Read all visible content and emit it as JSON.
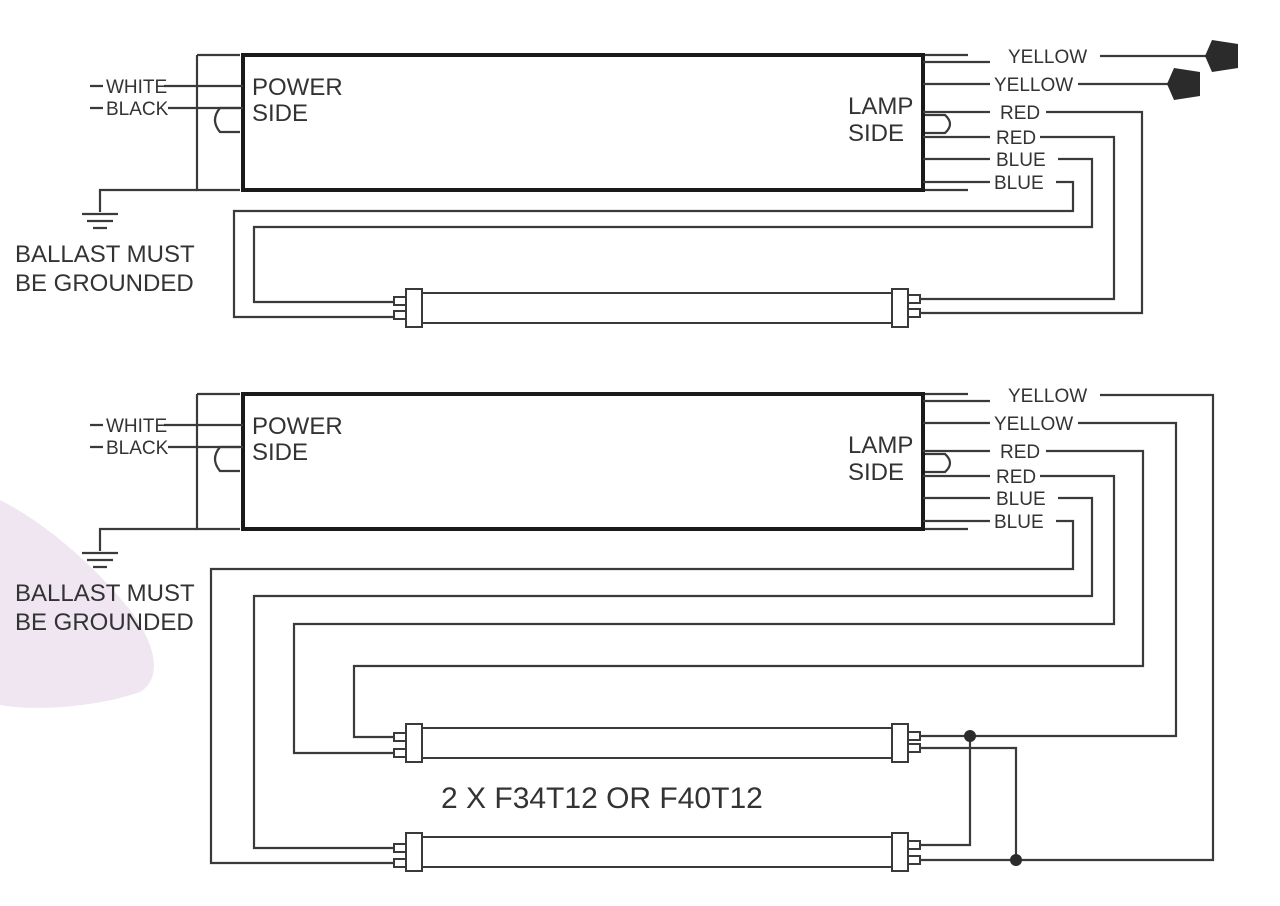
{
  "ballast_top": {
    "power_side": [
      "POWER",
      "SIDE"
    ],
    "lamp_side": [
      "LAMP",
      "SIDE"
    ],
    "input_wires": [
      "WHITE",
      "BLACK"
    ],
    "output_wires": [
      "YELLOW",
      "YELLOW",
      "RED",
      "RED",
      "BLUE",
      "BLUE"
    ],
    "ground_note": [
      "BALLAST MUST",
      "BE GROUNDED"
    ]
  },
  "ballast_bottom": {
    "power_side": [
      "POWER",
      "SIDE"
    ],
    "lamp_side": [
      "LAMP",
      "SIDE"
    ],
    "input_wires": [
      "WHITE",
      "BLACK"
    ],
    "output_wires": [
      "YELLOW",
      "YELLOW",
      "RED",
      "RED",
      "BLUE",
      "BLUE"
    ],
    "ground_note": [
      "BALLAST MUST",
      "BE GROUNDED"
    ]
  },
  "lamp_caption": "2 X F34T12 OR F40T12",
  "colors": {
    "line": "#3a3a3a",
    "text": "#333333",
    "watermark": "#efe6f2"
  }
}
